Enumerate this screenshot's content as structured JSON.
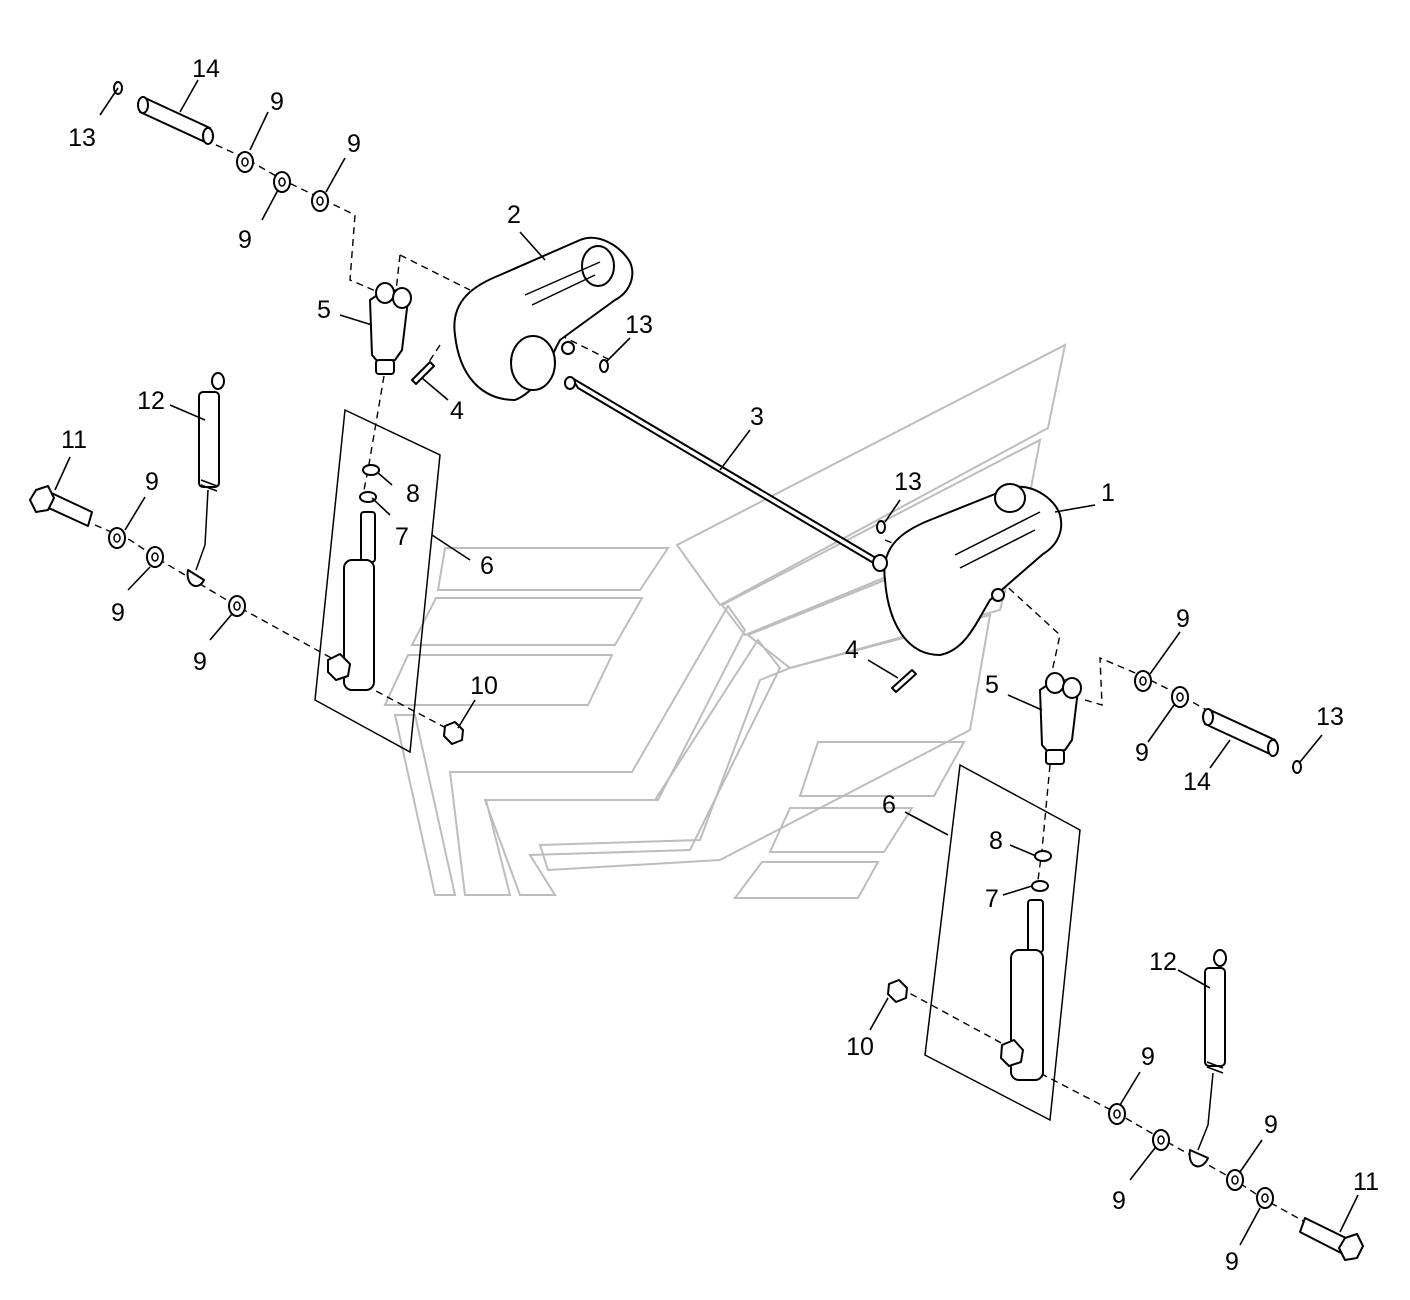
{
  "diagram": {
    "callouts": [
      {
        "id": "c14a",
        "text": "14"
      },
      {
        "id": "c13a",
        "text": "13"
      },
      {
        "id": "c9a",
        "text": "9"
      },
      {
        "id": "c9b",
        "text": "9"
      },
      {
        "id": "c9c",
        "text": "9"
      },
      {
        "id": "c2",
        "text": "2"
      },
      {
        "id": "c5a",
        "text": "5"
      },
      {
        "id": "c13b",
        "text": "13"
      },
      {
        "id": "c4a",
        "text": "4"
      },
      {
        "id": "c3",
        "text": "3"
      },
      {
        "id": "c12a",
        "text": "12"
      },
      {
        "id": "c11a",
        "text": "11"
      },
      {
        "id": "c9d",
        "text": "9"
      },
      {
        "id": "c9e",
        "text": "9"
      },
      {
        "id": "c9f",
        "text": "9"
      },
      {
        "id": "c8a",
        "text": "8"
      },
      {
        "id": "c7a",
        "text": "7"
      },
      {
        "id": "c6a",
        "text": "6"
      },
      {
        "id": "c10a",
        "text": "10"
      },
      {
        "id": "c13c",
        "text": "13"
      },
      {
        "id": "c1",
        "text": "1"
      },
      {
        "id": "c4b",
        "text": "4"
      },
      {
        "id": "c5b",
        "text": "5"
      },
      {
        "id": "c9g",
        "text": "9"
      },
      {
        "id": "c9h",
        "text": "9"
      },
      {
        "id": "c13d",
        "text": "13"
      },
      {
        "id": "c14b",
        "text": "14"
      },
      {
        "id": "c6b",
        "text": "6"
      },
      {
        "id": "c8b",
        "text": "8"
      },
      {
        "id": "c7b",
        "text": "7"
      },
      {
        "id": "c12b",
        "text": "12"
      },
      {
        "id": "c10b",
        "text": "10"
      },
      {
        "id": "c9i",
        "text": "9"
      },
      {
        "id": "c9j",
        "text": "9"
      },
      {
        "id": "c9k",
        "text": "9"
      },
      {
        "id": "c11b",
        "text": "11"
      },
      {
        "id": "c9l",
        "text": "9"
      }
    ]
  }
}
